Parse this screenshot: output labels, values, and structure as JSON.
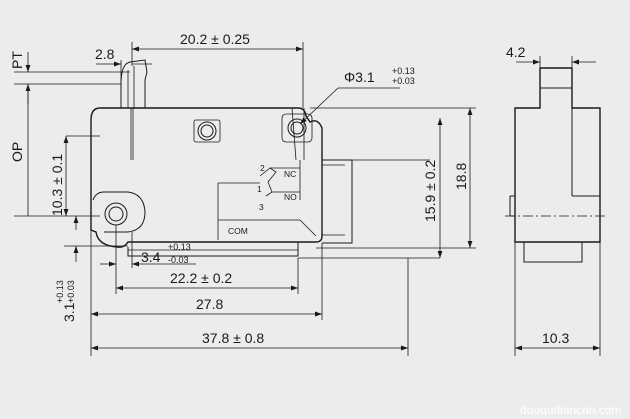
{
  "dimensions": {
    "pin_width": "20.2 ± 0.25",
    "lever_offset": "2.8",
    "pt_label": "PT",
    "op_label": "OP",
    "hole_diameter": "Φ3.1",
    "hole_tol_upper": "+0.13",
    "hole_tol_lower": "+0.03",
    "op_height": "10.3 ± 0.1",
    "terminal_height": "15.9 ± 0.2",
    "body_height": "18.8",
    "hole_spacing_base": "3.4",
    "hole_spacing_tol_upper": "+0.13",
    "hole_spacing_tol_lower": "-0.03",
    "mount_hole_span": "22.2 ± 0.2",
    "body_length": "27.8",
    "overall_length": "37.8 ± 0.8",
    "hole_base_height": "3.1",
    "hole_base_tol_upper": "+0.13",
    "hole_base_tol_lower": "+0.03",
    "side_top_width": "4.2",
    "side_width": "10.3"
  },
  "terminals": {
    "nc_label": "NC",
    "no_label": "NO",
    "com_label": "COM",
    "pin_2": "2",
    "pin_1": "1",
    "pin_3": "3"
  },
  "watermark": "douqudiancan.com"
}
